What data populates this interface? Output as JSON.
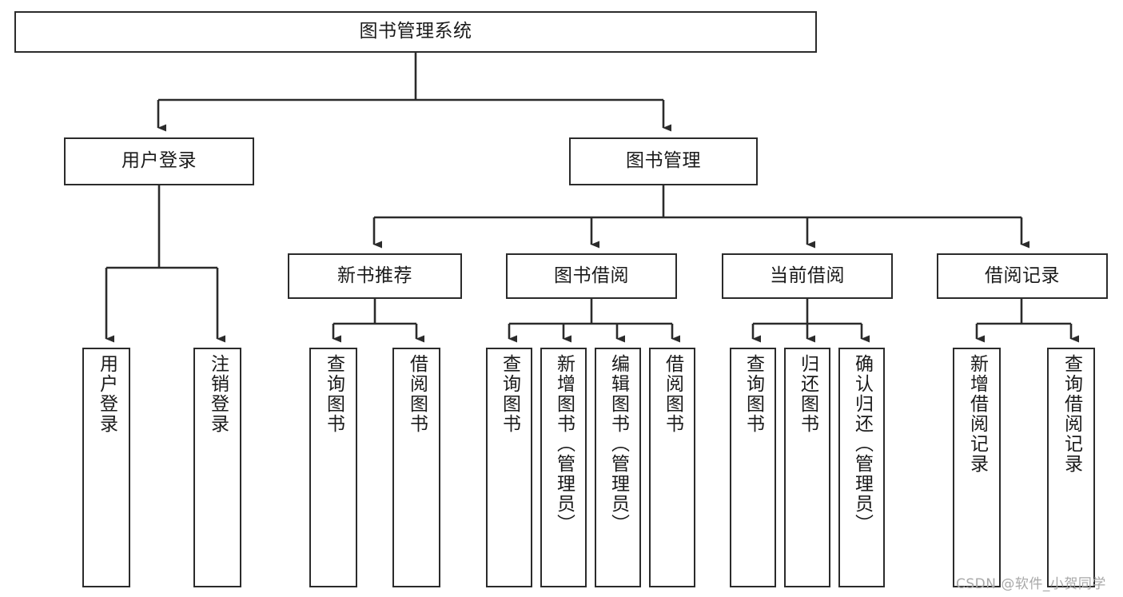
{
  "diagram": {
    "title": "图书管理系统",
    "type": "function-structure-tree",
    "watermark": "CSDN @软件_小贺同学",
    "colors": {
      "box_border": "#2b2b2b",
      "box_fill": "#ffffff",
      "edge": "#2b2b2b",
      "text": "#1a1a1a",
      "watermark": "#a8a8a8",
      "background": "#ffffff"
    },
    "levels": {
      "root": [
        "图书管理系统"
      ],
      "level2": [
        "用户登录",
        "图书管理"
      ],
      "level3": [
        "新书推荐",
        "图书借阅",
        "当前借阅",
        "借阅记录"
      ],
      "level4": [
        "用户登录",
        "注销登录",
        "查询图书",
        "借阅图书",
        "查询图书",
        "新增图书（管理员）",
        "编辑图书（管理员）",
        "借阅图书",
        "查询图书",
        "归还图书",
        "确认归还（管理员）",
        "新增借阅记录",
        "查询借阅记录"
      ]
    },
    "nodes": {
      "root": {
        "label": "图书管理系统"
      },
      "user_login": {
        "label": "用户登录"
      },
      "book_manage": {
        "label": "图书管理"
      },
      "new_book_rec": {
        "label": "新书推荐"
      },
      "book_borrow": {
        "label": "图书借阅"
      },
      "current_borrow": {
        "label": "当前借阅"
      },
      "borrow_record": {
        "label": "借阅记录"
      },
      "leaf_user_login": {
        "label": "用户登录"
      },
      "leaf_logout": {
        "label": "注销登录"
      },
      "leaf_query_book_1": {
        "label": "查询图书"
      },
      "leaf_borrow_book_1": {
        "label": "借阅图书"
      },
      "leaf_query_book_2": {
        "label": "查询图书"
      },
      "leaf_add_book": {
        "label": "新增图书（管理员）"
      },
      "leaf_edit_book": {
        "label": "编辑图书（管理员）"
      },
      "leaf_borrow_book_2": {
        "label": "借阅图书"
      },
      "leaf_query_book_3": {
        "label": "查询图书"
      },
      "leaf_return_book": {
        "label": "归还图书"
      },
      "leaf_confirm_return": {
        "label": "确认归还（管理员）"
      },
      "leaf_add_record": {
        "label": "新增借阅记录"
      },
      "leaf_query_record": {
        "label": "查询借阅记录"
      }
    }
  }
}
